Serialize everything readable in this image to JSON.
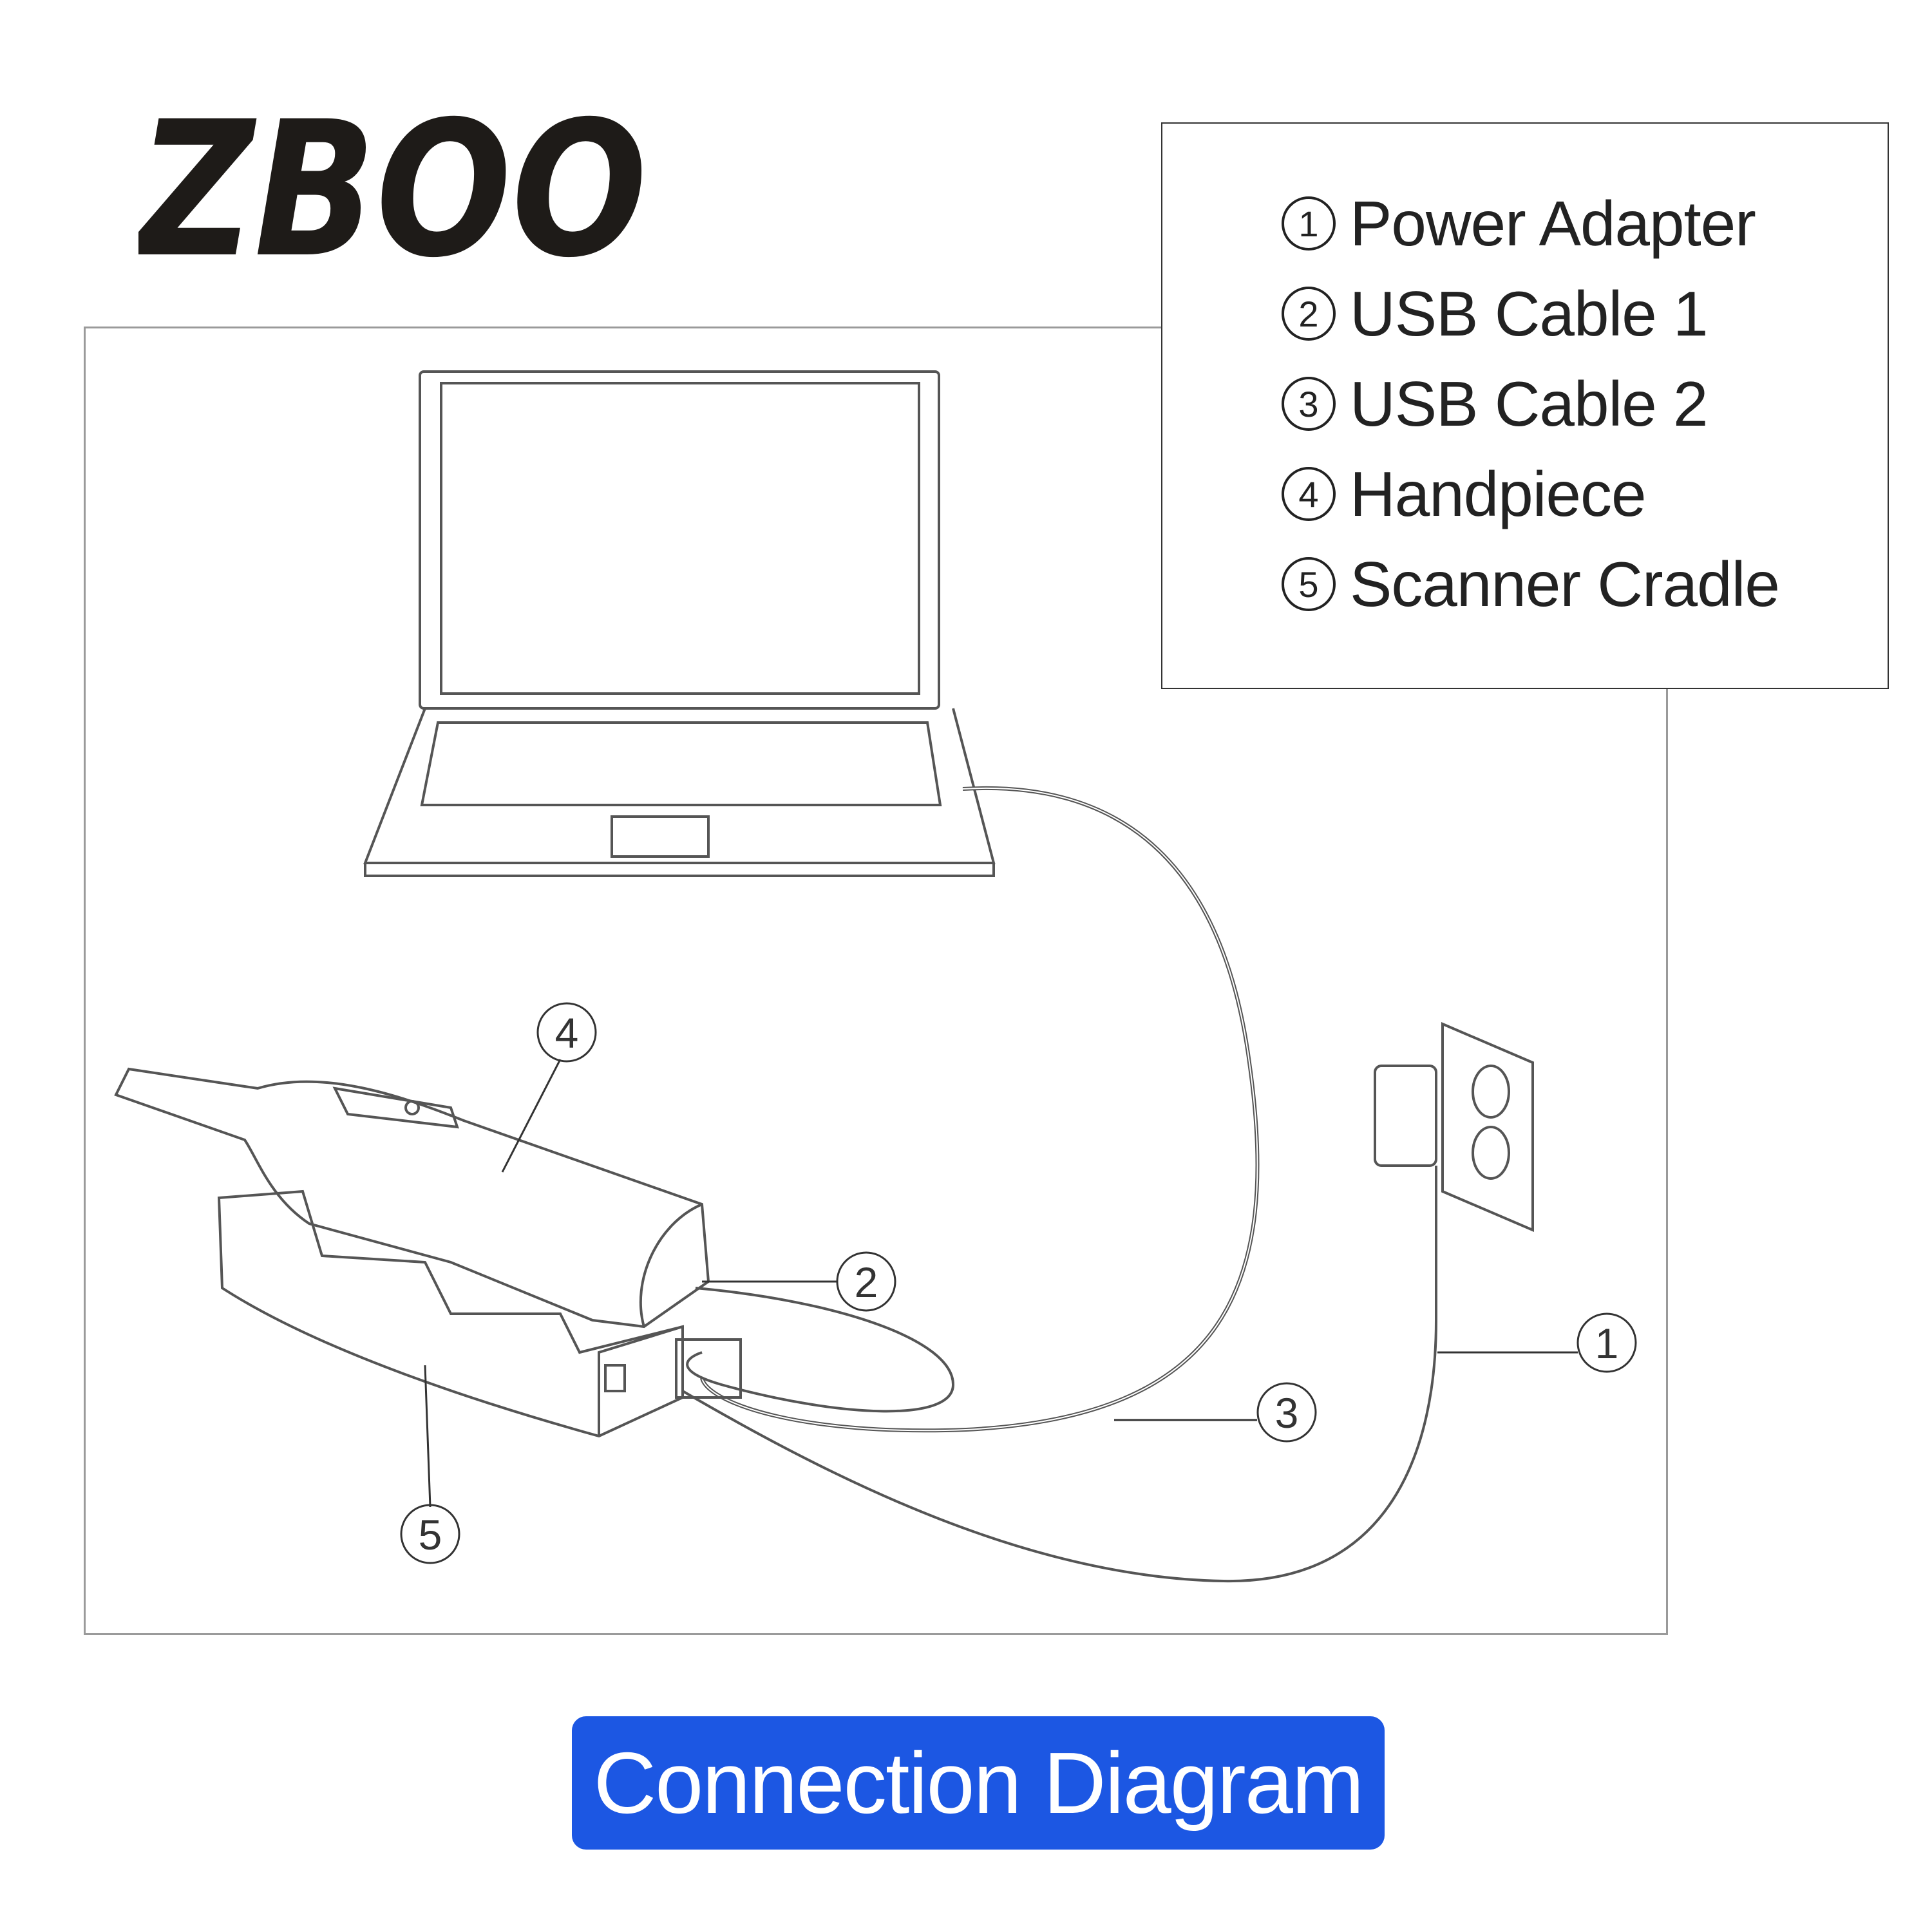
{
  "logo": {
    "text": "ZBOO"
  },
  "legend": {
    "items": [
      {
        "number": "1",
        "label": "Power Adapter"
      },
      {
        "number": "2",
        "label": "USB Cable 1"
      },
      {
        "number": "3",
        "label": "USB Cable 2"
      },
      {
        "number": "4",
        "label": "Handpiece"
      },
      {
        "number": "5",
        "label": "Scanner Cradle"
      }
    ]
  },
  "callouts": {
    "c1": "1",
    "c2": "2",
    "c3": "3",
    "c4": "4",
    "c5": "5"
  },
  "footer": {
    "title": "Connection Diagram"
  },
  "colors": {
    "accent": "#1c57e3",
    "line": "#555555"
  }
}
